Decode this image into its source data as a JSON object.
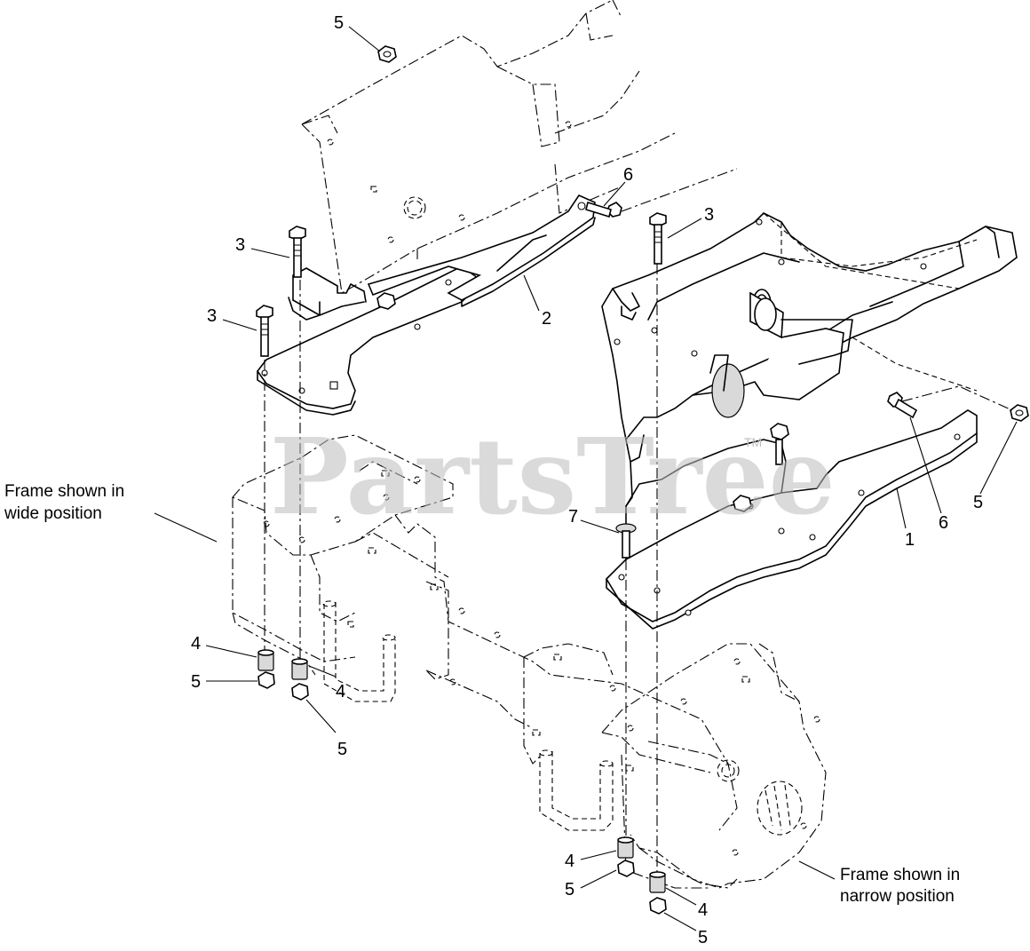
{
  "watermark": {
    "text": "PartsTree",
    "mark": "TM"
  },
  "notes": {
    "wide": [
      "Frame shown in",
      "wide position"
    ],
    "narrow": [
      "Frame shown in",
      "narrow position"
    ]
  },
  "callouts": [
    {
      "id": "c5-top",
      "label": "5"
    },
    {
      "id": "c6-upper",
      "label": "6"
    },
    {
      "id": "c3-right",
      "label": "3"
    },
    {
      "id": "c3-upper",
      "label": "3"
    },
    {
      "id": "c3-mid",
      "label": "3"
    },
    {
      "id": "c2",
      "label": "2"
    },
    {
      "id": "c7",
      "label": "7"
    },
    {
      "id": "c1",
      "label": "1"
    },
    {
      "id": "c6-lower",
      "label": "6"
    },
    {
      "id": "c5-right",
      "label": "5"
    },
    {
      "id": "c4-left",
      "label": "4"
    },
    {
      "id": "c5-left",
      "label": "5"
    },
    {
      "id": "c4-left2",
      "label": "4"
    },
    {
      "id": "c5-left2",
      "label": "5"
    },
    {
      "id": "c4-bottom",
      "label": "4"
    },
    {
      "id": "c5-bottom",
      "label": "5"
    },
    {
      "id": "c4-bottom2",
      "label": "4"
    },
    {
      "id": "c5-bottom2",
      "label": "5"
    }
  ]
}
